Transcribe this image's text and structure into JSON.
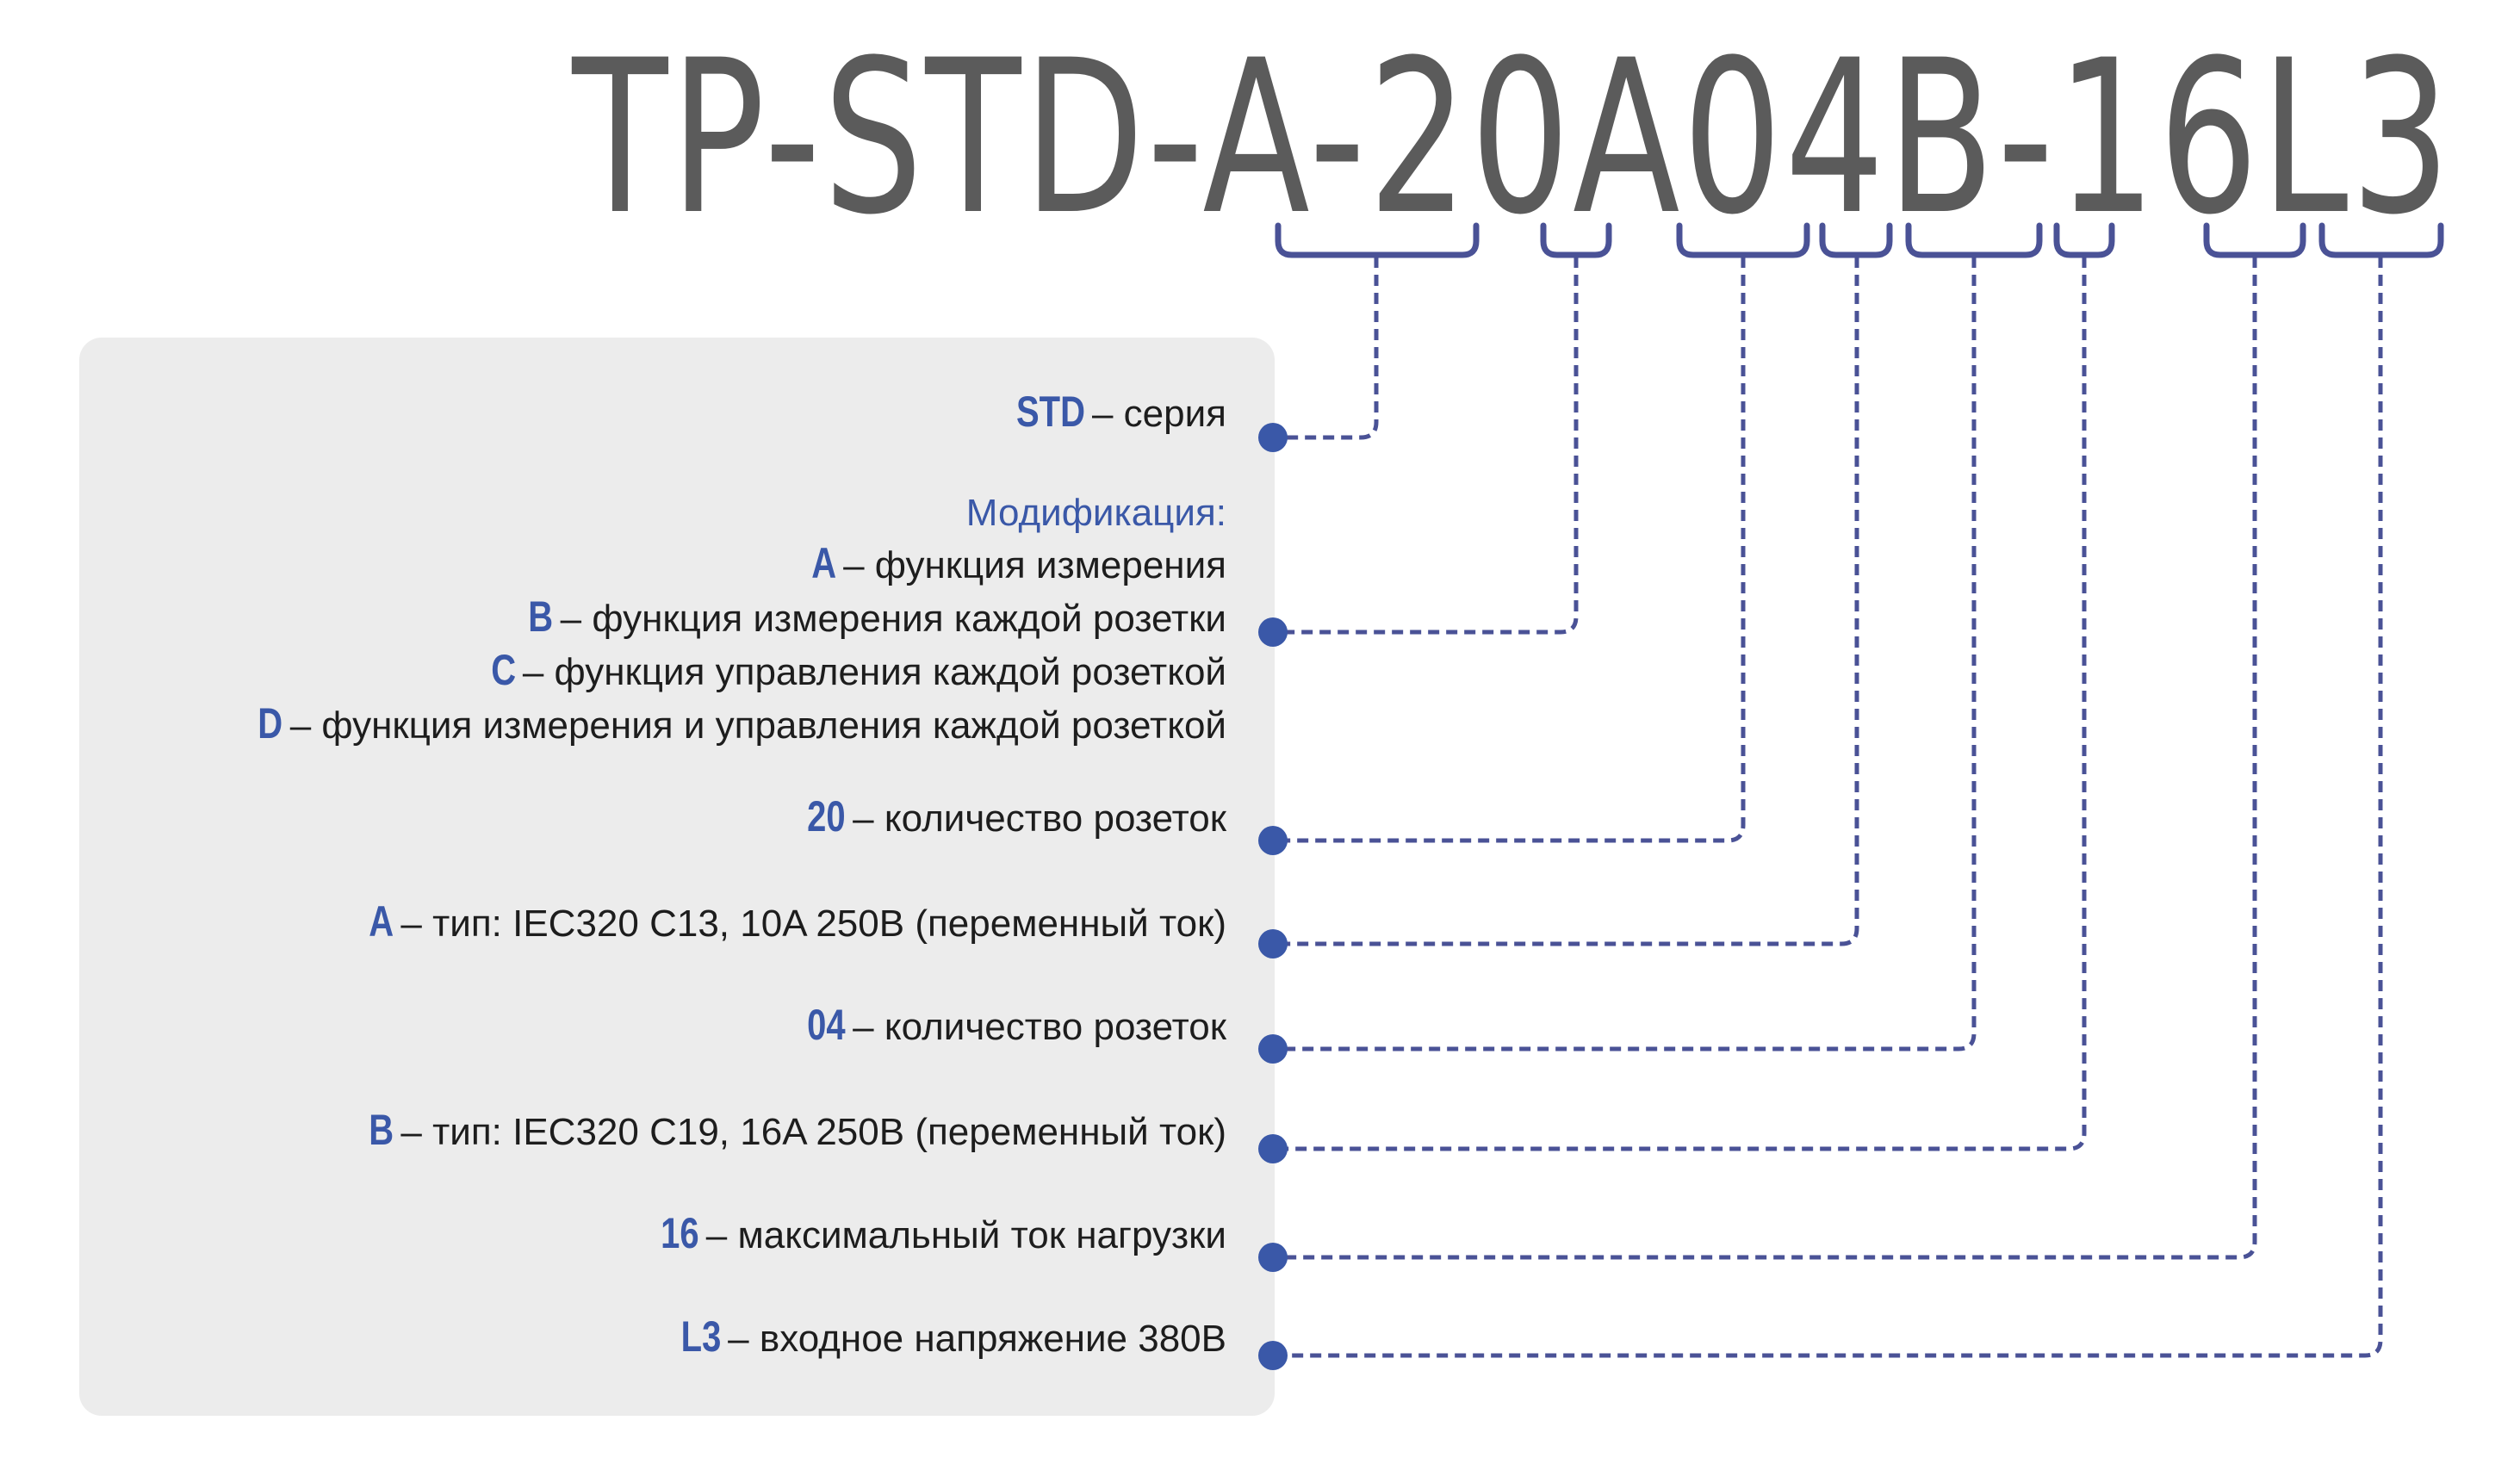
{
  "code_string": "TP-STD-A-20A04B-16L3",
  "colors": {
    "title": "#5b5b5b",
    "accent": "#3a58a8",
    "connector": "#4a5296",
    "panel": "#ececec",
    "text": "#1d1d1d"
  },
  "segments": [
    {
      "code": "STD",
      "text": " – серия"
    },
    {
      "heading": "Модификация:",
      "options": [
        {
          "code": "A",
          "text": " – функция измерения"
        },
        {
          "code": "B",
          "text": " – функция измерения каждой розетки"
        },
        {
          "code": "C",
          "text": " – функция управления каждой розеткой"
        },
        {
          "code": "D",
          "text": " – функция измерения и управления каждой розеткой"
        }
      ]
    },
    {
      "code": "20",
      "text": " – количество розеток"
    },
    {
      "code": "A",
      "text": " – тип: IEC320 C13, 10A 250В (переменный ток)"
    },
    {
      "code": "04",
      "text": " – количество розеток"
    },
    {
      "code": "B",
      "text": " – тип: IEC320 C19, 16A 250В (переменный ток)"
    },
    {
      "code": "16",
      "text": " – максимальный ток нагрузки"
    },
    {
      "code": "L3",
      "text": " – входное напряжение 380В"
    }
  ]
}
